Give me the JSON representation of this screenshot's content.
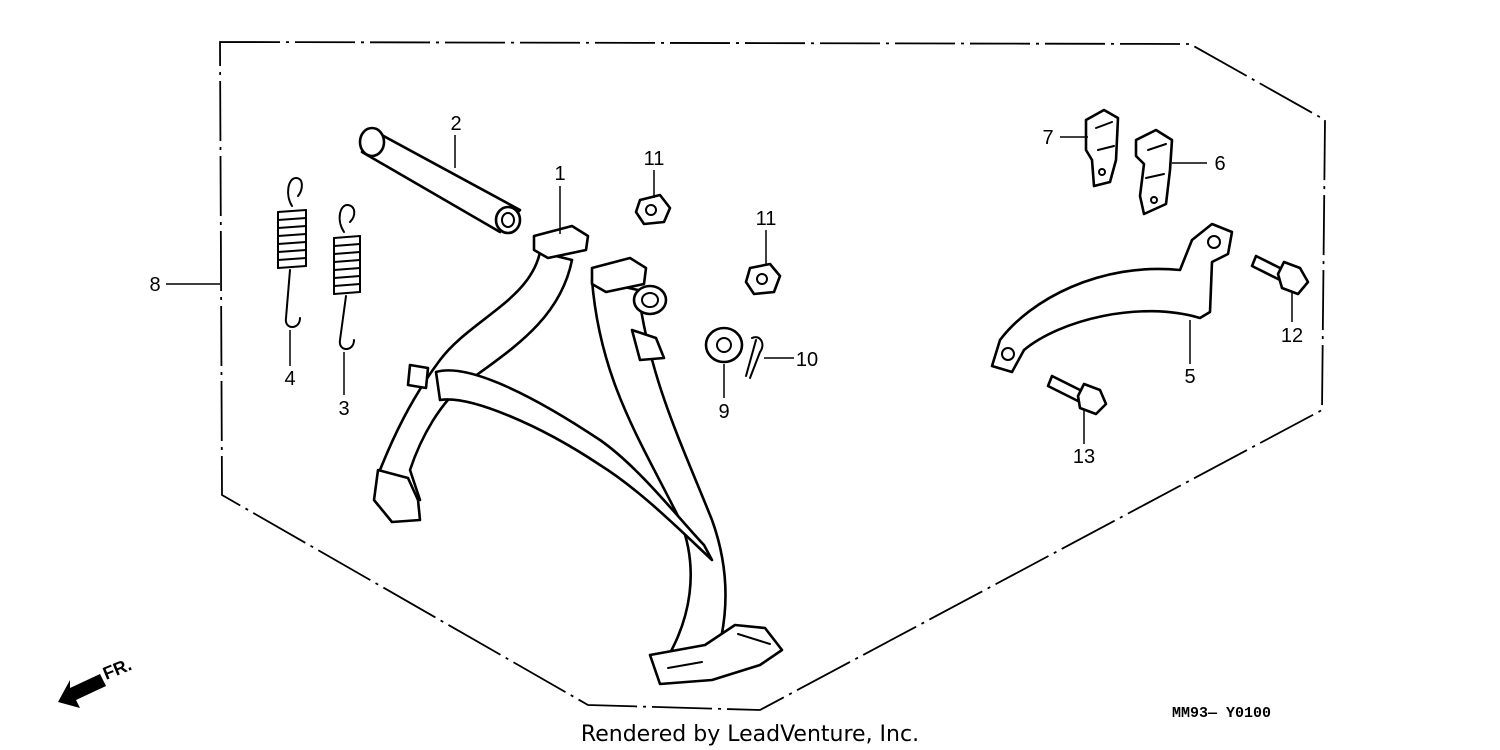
{
  "callouts": {
    "c1": "1",
    "c2": "2",
    "c3": "3",
    "c4": "4",
    "c5": "5",
    "c6": "6",
    "c7": "7",
    "c8": "8",
    "c9": "9",
    "c10": "10",
    "c11a": "11",
    "c11b": "11",
    "c12": "12",
    "c13": "13"
  },
  "direction_label": "FR.",
  "diagram_code": "MM93— Y0100",
  "footer": "Rendered by LeadVenture, Inc."
}
